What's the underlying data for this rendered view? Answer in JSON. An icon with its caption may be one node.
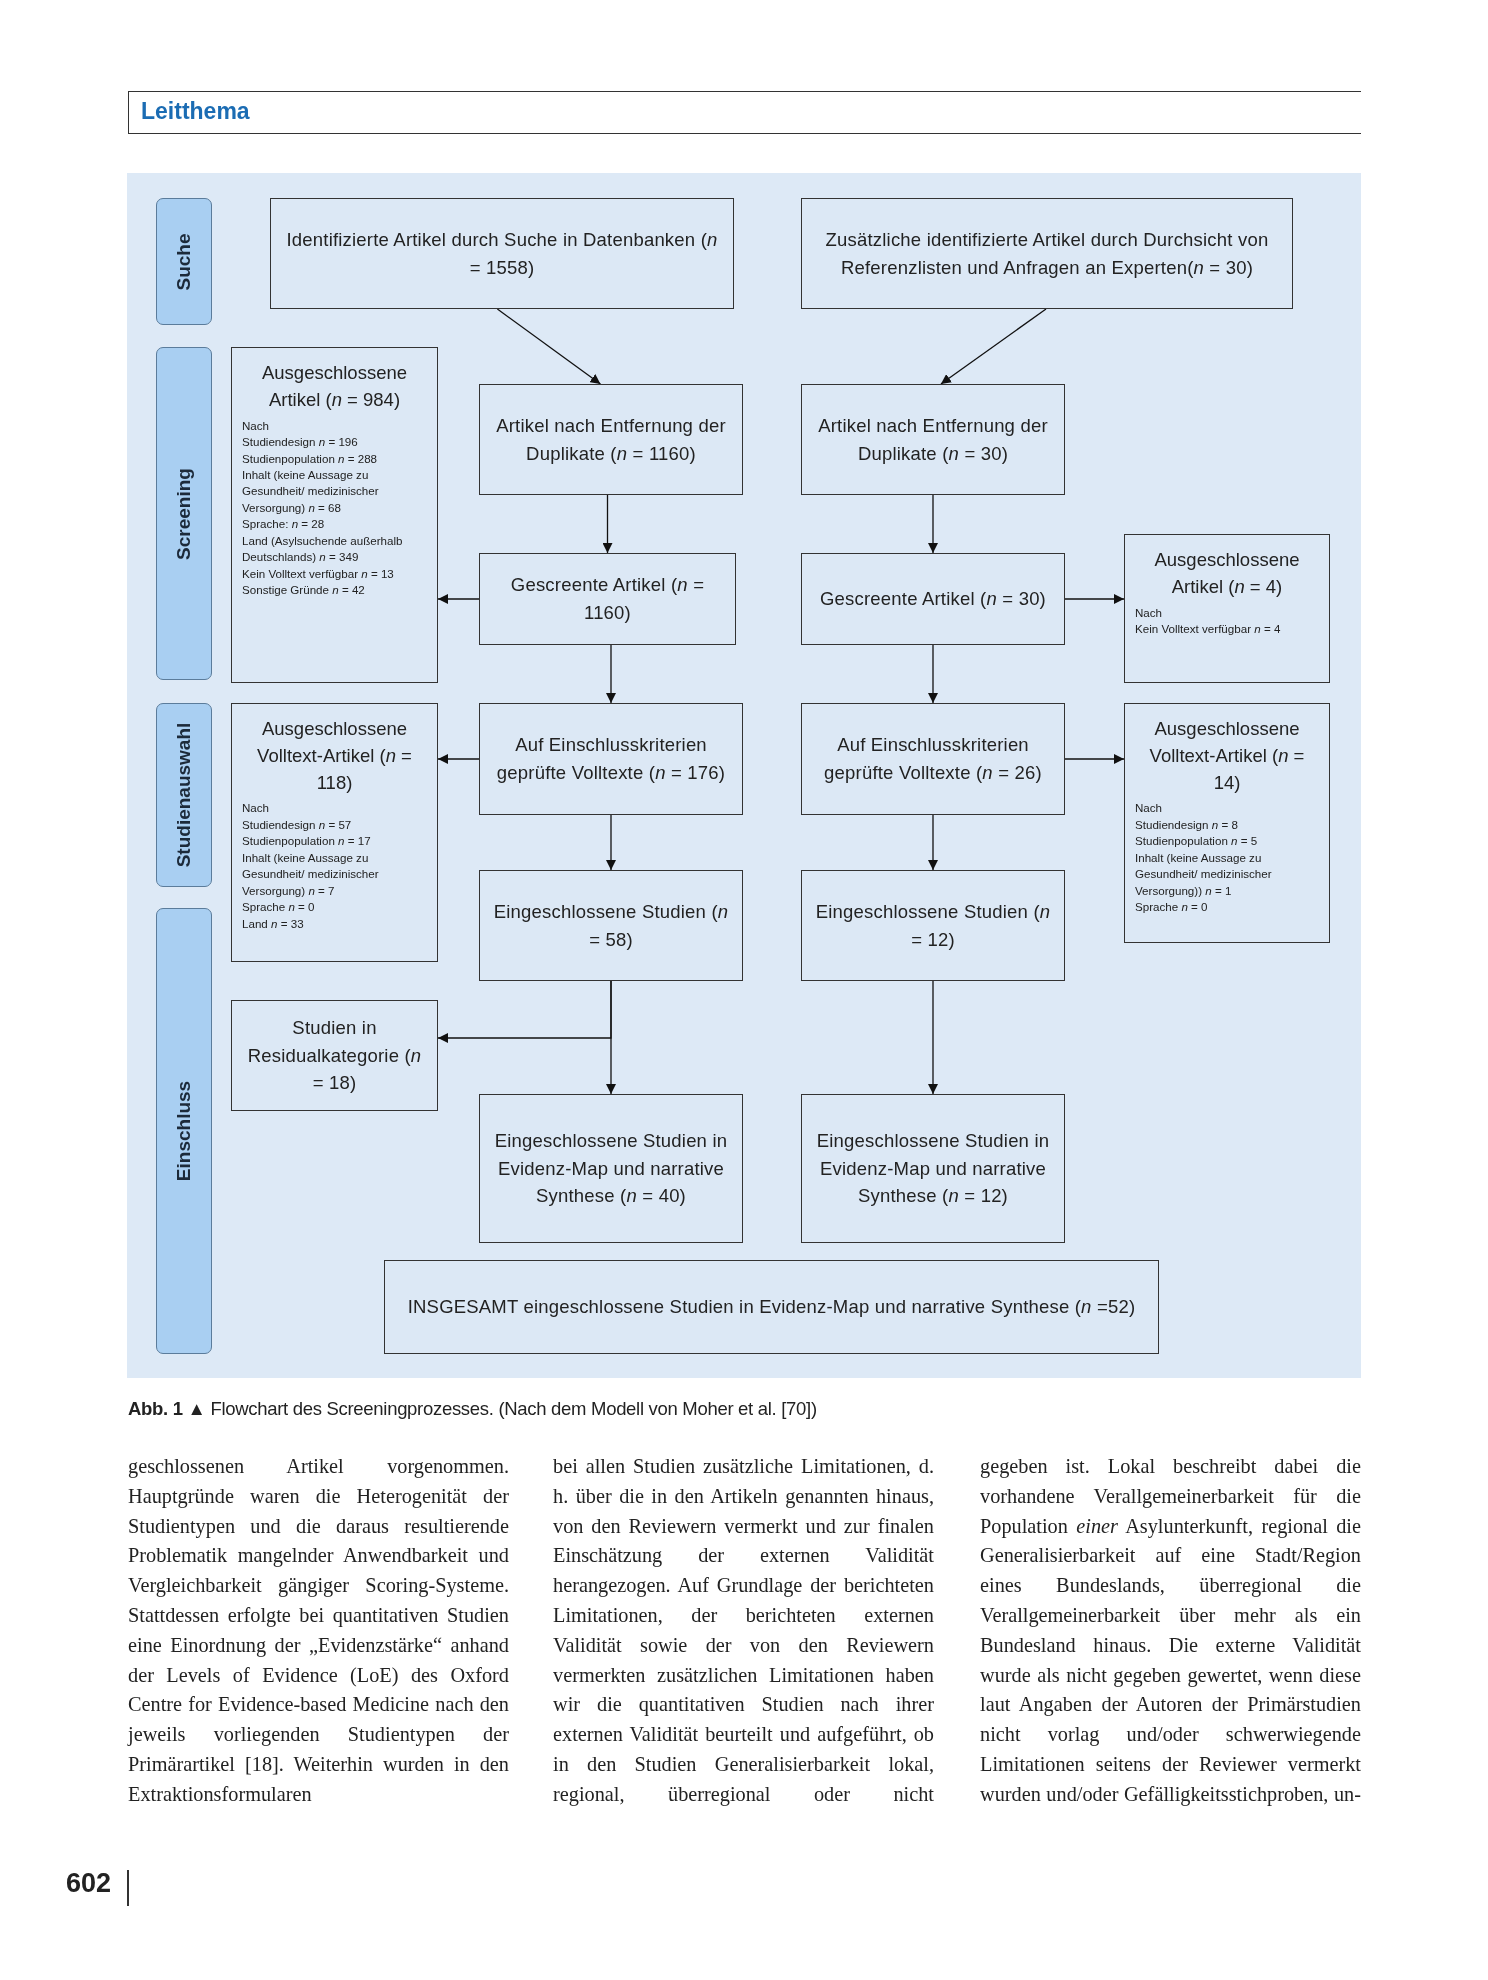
{
  "diagram": {
    "caption": "**Abb. 1** ▲ Flowchart des Screeningprozesses. (Nach dem Modell von Moher et al. [70])",
    "nodes": [
      {
        "text": [
          "Suche"
        ]
      },
      {
        "text": [
          "Identifizierte Artikel durch Suche in Datenbanken (*n* = 1558)"
        ]
      },
      {
        "text": [
          "Zusätzliche identifizierte Artikel durch Durchsicht von Referenzlisten und Anfragen an Experten(*n* = 30)"
        ]
      },
      {
        "text": [
          "Screening"
        ]
      },
      {
        "text": [
          "Ausgeschlossene Artikel (*n* = 984)",
          "Nach",
          "Studiendesign *n* = 196",
          "Studienpopulation *n* = 288",
          "Inhalt (keine Aussage zu Gesundheit/ medizinischer Versorgung) *n* = 68",
          "Sprache: *n* = 28",
          "Land (Asylsuchende außerhalb Deutschlands) *n* = 349",
          "Kein Volltext verfügbar *n* = 13",
          "Sonstige Gründe *n* = 42"
        ]
      },
      {
        "text": [
          "Artikel nach Entfernung der Duplikate (*n* = 1160)"
        ]
      },
      {
        "text": [
          "Artikel nach Entfernung der Duplikate (*n* = 30)"
        ]
      },
      {
        "text": [
          "Gescreente Artikel (*n* = 1160)"
        ]
      },
      {
        "text": [
          "Gescreente Artikel (*n* = 30)"
        ]
      },
      {
        "text": [
          "Ausgeschlossene Artikel (*n* = 4)",
          "Nach",
          "Kein Volltext verfügbar *n* = 4"
        ]
      },
      {
        "text": [
          "Studienauswahl"
        ]
      },
      {
        "text": [
          "Ausgeschlossene Volltext-Artikel (*n* = 118)",
          "Nach",
          "Studiendesign *n* = 57",
          "Studienpopulation *n* = 17",
          "Inhalt (keine Aussage zu Gesundheit/ medizinischer Versorgung) *n* = 7",
          "Sprache *n* = 0",
          "Land *n* = 33"
        ]
      },
      {
        "text": [
          "Auf Einschlusskriterien geprüfte Volltexte (*n* = 176)"
        ]
      },
      {
        "text": [
          "Auf Einschlusskriterien geprüfte Volltexte (*n* = 26)"
        ]
      },
      {
        "text": [
          "Ausgeschlossene Volltext-Artikel (*n* = 14)",
          "Nach",
          "Studiendesign *n* = 8",
          "Studienpopulation *n* = 5",
          "Inhalt (keine Aussage zu Gesundheit/ medizinischer Versorgung)) *n* = 1",
          "Sprache *n* = 0"
        ]
      },
      {
        "text": [
          "Eingeschlossene Studien (*n* = 58)"
        ]
      },
      {
        "text": [
          "Eingeschlossene Studien (*n* = 12)"
        ]
      },
      {
        "text": [
          "Einschluss"
        ]
      },
      {
        "text": [
          "Studien in Residualkategorie (*n* = 18)"
        ]
      },
      {
        "text": [
          "Eingeschlossene Studien in Evidenz-Map und narrative Synthese (*n* = 40)"
        ]
      },
      {
        "text": [
          "Eingeschlossene Studien in Evidenz-Map und narrative Synthese (*n* = 12)"
        ]
      },
      {
        "text": [
          "INSGESAMT eingeschlossene Studien in Evidenz-Map und narrative Synthese (*n* =52)"
        ]
      }
    ],
    "edges": [
      {
        "from": 1,
        "to": 5,
        "arrow": "to"
      },
      {
        "from": 2,
        "to": 6,
        "arrow": "to"
      },
      {
        "from": 5,
        "to": 7,
        "arrow": "to"
      },
      {
        "from": 6,
        "to": 8,
        "arrow": "to"
      },
      {
        "from": 7,
        "to": 4,
        "arrow": "to"
      },
      {
        "from": 8,
        "to": 9,
        "arrow": "to"
      },
      {
        "from": 7,
        "to": 12,
        "arrow": "to"
      },
      {
        "from": 8,
        "to": 13,
        "arrow": "to"
      },
      {
        "from": 12,
        "to": 11,
        "arrow": "to"
      },
      {
        "from": 13,
        "to": 14,
        "arrow": "to"
      },
      {
        "from": 12,
        "to": 15,
        "arrow": "to"
      },
      {
        "from": 13,
        "to": 16,
        "arrow": "to"
      },
      {
        "from": 15,
        "to": 18,
        "arrow": "to"
      },
      {
        "from": 15,
        "to": 19,
        "arrow": "to"
      },
      {
        "from": 16,
        "to": 20,
        "arrow": "to"
      }
    ],
    "labels": [
      "Leitthema",
      "geschlossenen Artikel vorgenommen. Hauptgründe waren die Heterogenität der Studientypen und die daraus resultierende Problematik mangelnder Anwendbarkeit und Vergleichbarkeit gängiger Scoring-Systeme. Stattdessen erfolgte bei quantitativen Studien eine Einordnung der „Evidenzstärke“ anhand der Levels of Evidence (LoE) des Oxford Centre for Evidence-based Medicine nach den jeweils vorliegenden Studientypen der Primärartikel [18]. Weiterhin wurden in den Extraktionsformularen",
      "bei allen Studien zusätzliche Limitationen, d. h. über die in den Artikeln genannten hinaus, von den Reviewern vermerkt und zur finalen Einschätzung der externen Validität herangezogen. Auf Grundlage der berichteten Limitationen, der berichteten externen Validität sowie der von den Reviewern vermerkten zusätzlichen Limitationen haben wir die quantitativen Studien nach ihrer externen Validität beurteilt und aufgeführt, ob in den Studien Generalisierbarkeit lokal, regional, überregional oder nicht",
      "gegeben ist. Lokal beschreibt dabei die vorhandene Verallgemeinerbarkeit für die Population *einer* Asylunterkunft, regional die Generalisierbarkeit auf eine Stadt/Region eines Bundeslands, überregional die Verallgemeinerbarkeit über mehr als ein Bundesland hinaus. Die externe Validität wurde als nicht gegeben gewertet, wenn diese laut Angaben der Autoren der Primärstudien nicht vorlag und/oder schwerwiegende Limitationen seitens der Reviewer vermerkt wurden und/oder Gefälligkeitsstichproben, un-",
      "602"
    ]
  }
}
